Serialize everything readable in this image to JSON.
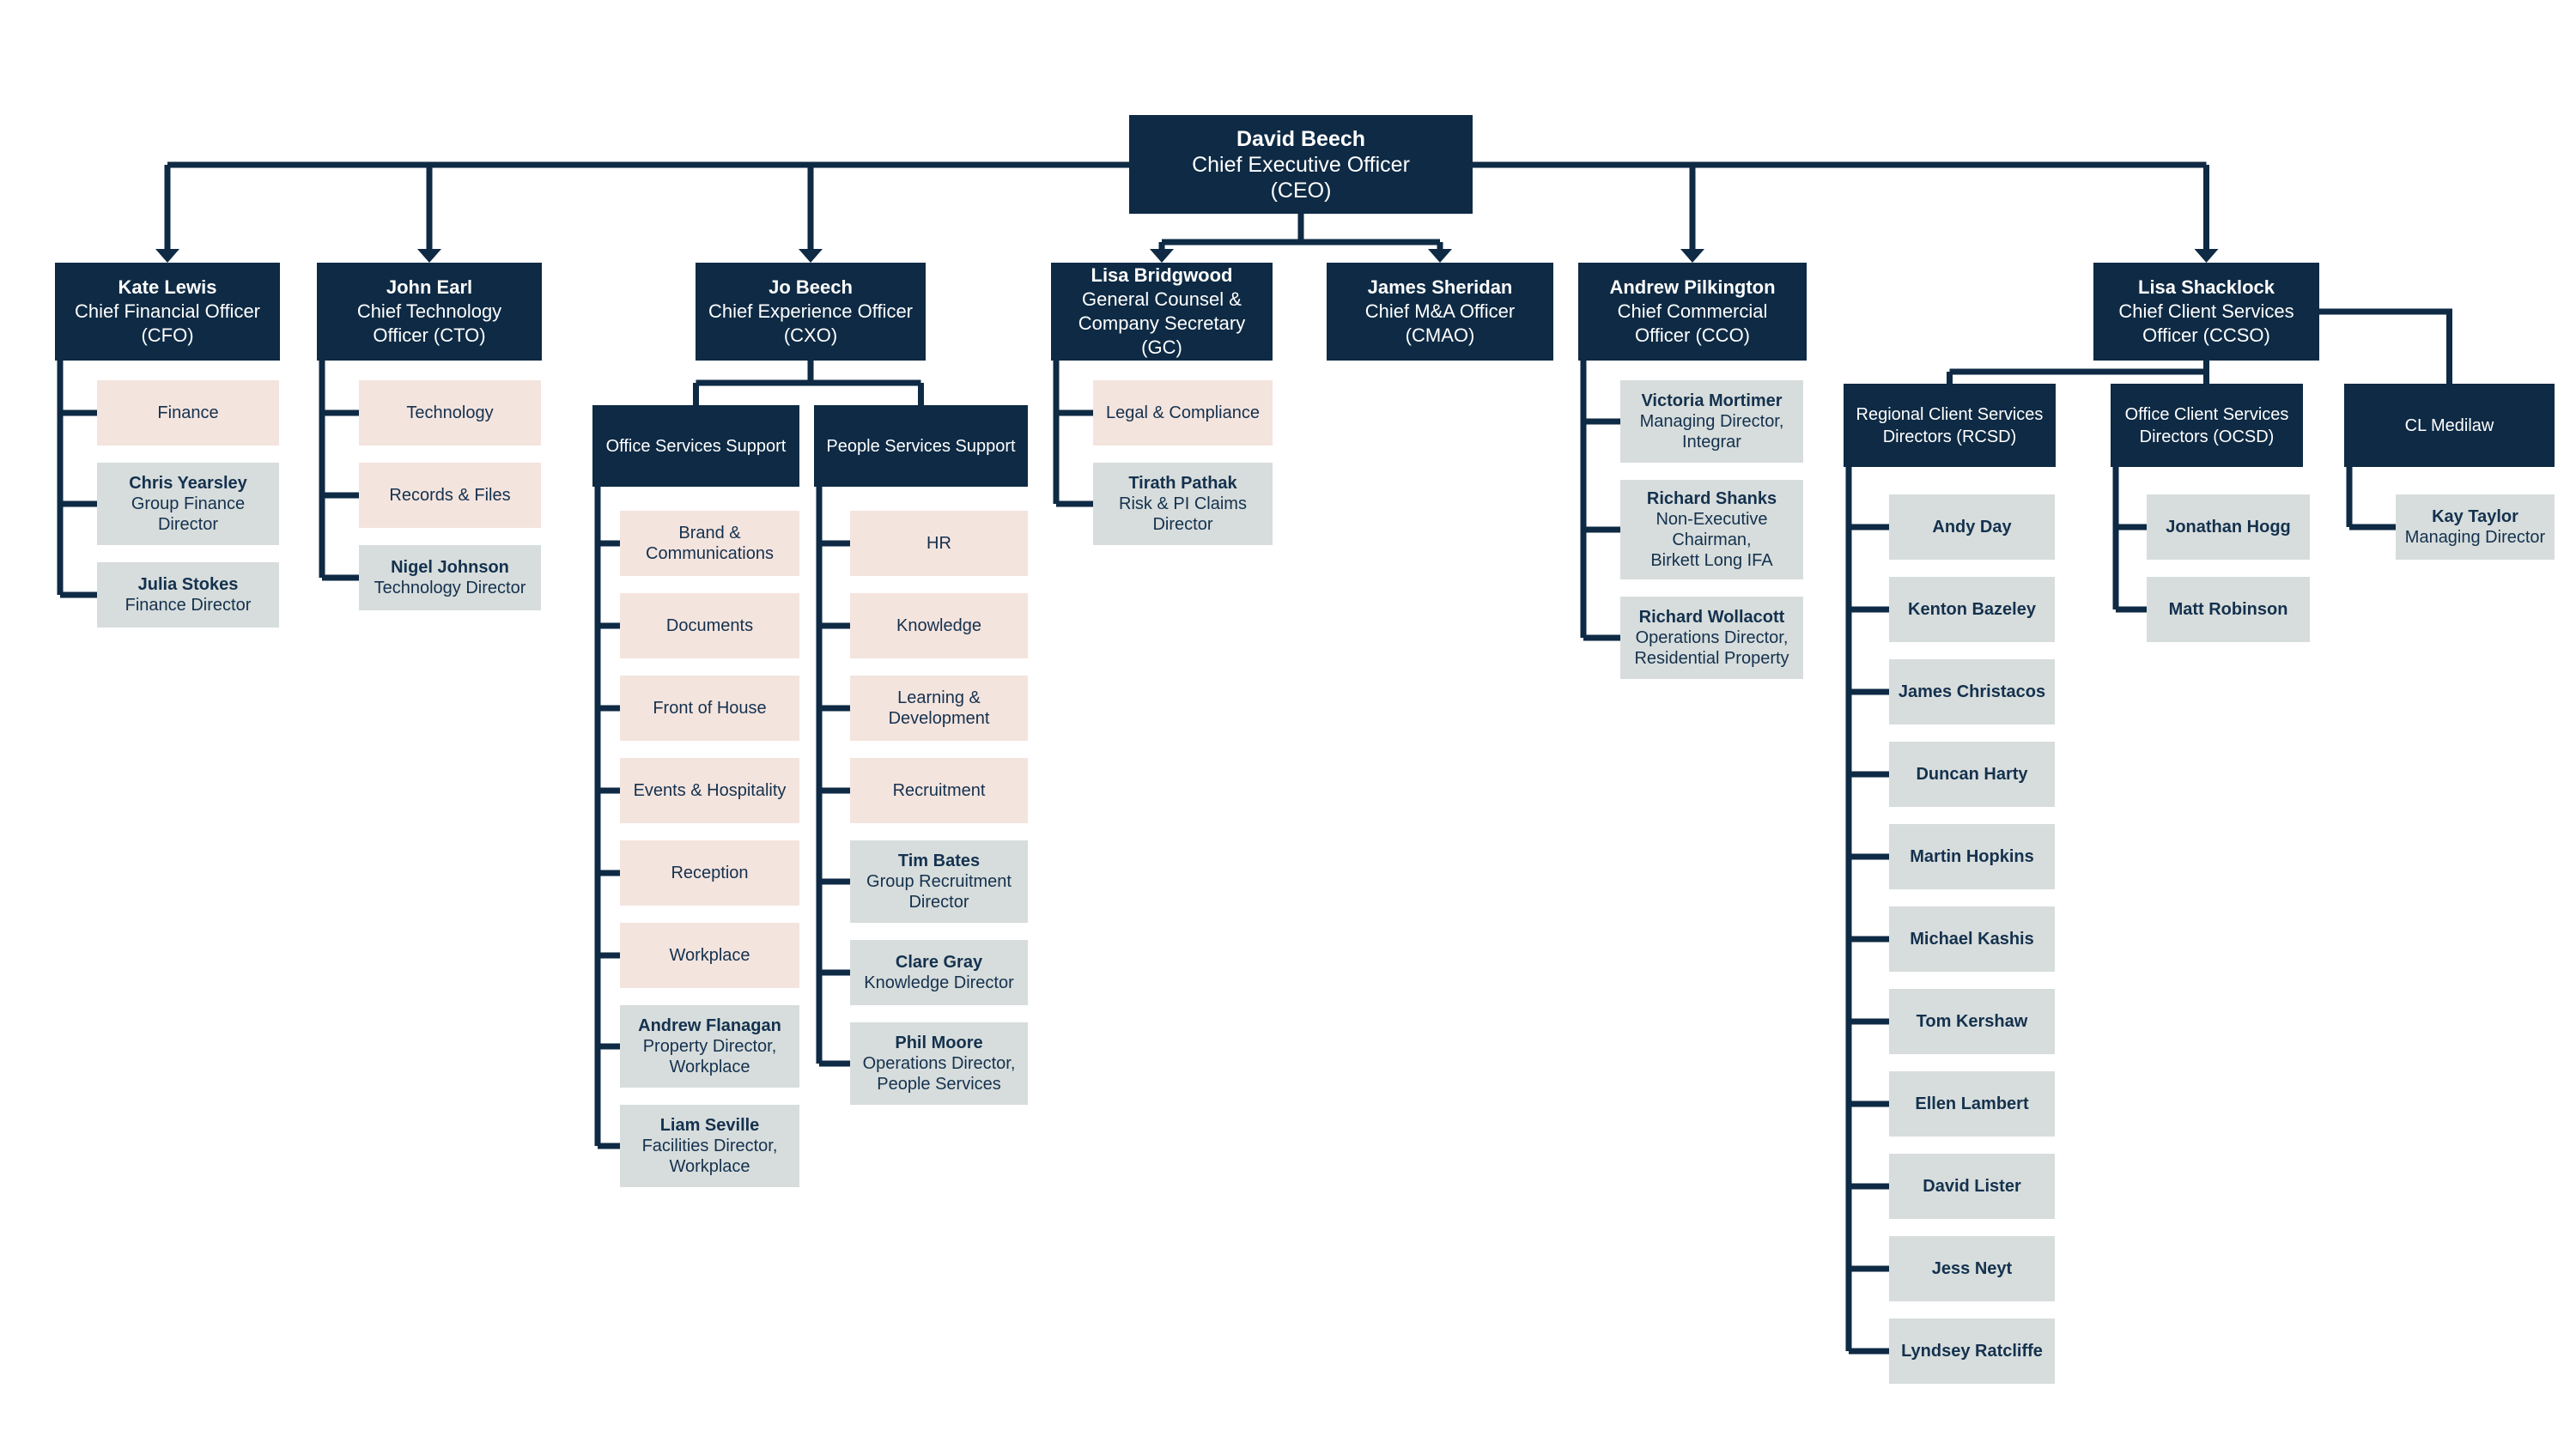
{
  "palette": {
    "navy": "#0e2a44",
    "pink": "#f4e4de",
    "gray": "#d7dddc",
    "line": "#0e2a44",
    "text_on_light": "#14314e",
    "text_on_dark": "#ffffff",
    "background": "#ffffff"
  },
  "org": {
    "ceo": {
      "id": "ceo",
      "style": "navy",
      "name": "David Beech",
      "title_lines": [
        "Chief Executive Officer",
        "(CEO)"
      ]
    },
    "executives": [
      {
        "id": "cfo",
        "style": "navy",
        "name": "Kate Lewis",
        "title_lines": [
          "Chief Financial Officer",
          "(CFO)"
        ],
        "reports": [
          {
            "style": "pink",
            "lines": [
              {
                "text": "Finance",
                "bold": false
              }
            ]
          },
          {
            "style": "gray",
            "lines": [
              {
                "text": "Chris Yearsley",
                "bold": true
              },
              {
                "text": "Group Finance",
                "bold": false
              },
              {
                "text": "Director",
                "bold": false
              }
            ]
          },
          {
            "style": "gray",
            "lines": [
              {
                "text": "Julia Stokes",
                "bold": true
              },
              {
                "text": "Finance Director",
                "bold": false
              }
            ]
          }
        ]
      },
      {
        "id": "cto",
        "style": "navy",
        "name": "John Earl",
        "title_lines": [
          "Chief Technology",
          "Officer (CTO)"
        ],
        "reports": [
          {
            "style": "pink",
            "lines": [
              {
                "text": "Technology",
                "bold": false
              }
            ]
          },
          {
            "style": "pink",
            "lines": [
              {
                "text": "Records & Files",
                "bold": false
              }
            ]
          },
          {
            "style": "gray",
            "lines": [
              {
                "text": "Nigel Johnson",
                "bold": true
              },
              {
                "text": "Technology Director",
                "bold": false
              }
            ]
          }
        ]
      },
      {
        "id": "cxo",
        "style": "navy",
        "name": "Jo Beech",
        "title_lines": [
          "Chief Experience Officer",
          "(CXO)"
        ],
        "groups": [
          {
            "id": "oss",
            "style": "navy",
            "label_lines": [
              "Office Services Support"
            ],
            "reports": [
              {
                "style": "pink",
                "lines": [
                  {
                    "text": "Brand &",
                    "bold": false
                  },
                  {
                    "text": "Communications",
                    "bold": false
                  }
                ]
              },
              {
                "style": "pink",
                "lines": [
                  {
                    "text": "Documents",
                    "bold": false
                  }
                ]
              },
              {
                "style": "pink",
                "lines": [
                  {
                    "text": "Front of House",
                    "bold": false
                  }
                ]
              },
              {
                "style": "pink",
                "lines": [
                  {
                    "text": "Events & Hospitality",
                    "bold": false
                  }
                ]
              },
              {
                "style": "pink",
                "lines": [
                  {
                    "text": "Reception",
                    "bold": false
                  }
                ]
              },
              {
                "style": "pink",
                "lines": [
                  {
                    "text": "Workplace",
                    "bold": false
                  }
                ]
              },
              {
                "style": "gray",
                "lines": [
                  {
                    "text": "Andrew Flanagan",
                    "bold": true
                  },
                  {
                    "text": "Property Director,",
                    "bold": false
                  },
                  {
                    "text": "Workplace",
                    "bold": false
                  }
                ]
              },
              {
                "style": "gray",
                "lines": [
                  {
                    "text": "Liam Seville",
                    "bold": true
                  },
                  {
                    "text": "Facilities Director,",
                    "bold": false
                  },
                  {
                    "text": "Workplace",
                    "bold": false
                  }
                ]
              }
            ]
          },
          {
            "id": "pss",
            "style": "navy",
            "label_lines": [
              "People Services Support"
            ],
            "reports": [
              {
                "style": "pink",
                "lines": [
                  {
                    "text": "HR",
                    "bold": false
                  }
                ]
              },
              {
                "style": "pink",
                "lines": [
                  {
                    "text": "Knowledge",
                    "bold": false
                  }
                ]
              },
              {
                "style": "pink",
                "lines": [
                  {
                    "text": "Learning &",
                    "bold": false
                  },
                  {
                    "text": "Development",
                    "bold": false
                  }
                ]
              },
              {
                "style": "pink",
                "lines": [
                  {
                    "text": "Recruitment",
                    "bold": false
                  }
                ]
              },
              {
                "style": "gray",
                "lines": [
                  {
                    "text": "Tim Bates",
                    "bold": true
                  },
                  {
                    "text": "Group Recruitment",
                    "bold": false
                  },
                  {
                    "text": "Director",
                    "bold": false
                  }
                ]
              },
              {
                "style": "gray",
                "lines": [
                  {
                    "text": "Clare Gray",
                    "bold": true
                  },
                  {
                    "text": "Knowledge Director",
                    "bold": false
                  }
                ]
              },
              {
                "style": "gray",
                "lines": [
                  {
                    "text": "Phil Moore",
                    "bold": true
                  },
                  {
                    "text": "Operations Director,",
                    "bold": false
                  },
                  {
                    "text": "People Services",
                    "bold": false
                  }
                ]
              }
            ]
          }
        ]
      },
      {
        "id": "gc",
        "style": "navy",
        "name": "Lisa Bridgwood",
        "title_lines": [
          "General Counsel &",
          "Company Secretary",
          "(GC)"
        ],
        "reports": [
          {
            "style": "pink",
            "lines": [
              {
                "text": "Legal & Compliance",
                "bold": false
              }
            ]
          },
          {
            "style": "gray",
            "lines": [
              {
                "text": "Tirath Pathak",
                "bold": true
              },
              {
                "text": "Risk & PI Claims",
                "bold": false
              },
              {
                "text": "Director",
                "bold": false
              }
            ]
          }
        ]
      },
      {
        "id": "cmao",
        "style": "navy",
        "name": "James Sheridan",
        "title_lines": [
          "Chief M&A Officer",
          "(CMAO)"
        ],
        "reports": []
      },
      {
        "id": "cco",
        "style": "navy",
        "name": "Andrew Pilkington",
        "title_lines": [
          "Chief Commercial",
          "Officer (CCO)"
        ],
        "reports": [
          {
            "style": "gray",
            "lines": [
              {
                "text": "Victoria Mortimer",
                "bold": true
              },
              {
                "text": "Managing Director,",
                "bold": false
              },
              {
                "text": "Integrar",
                "bold": false
              }
            ]
          },
          {
            "style": "gray",
            "lines": [
              {
                "text": "Richard Shanks",
                "bold": true
              },
              {
                "text": "Non-Executive",
                "bold": false
              },
              {
                "text": "Chairman,",
                "bold": false
              },
              {
                "text": "Birkett Long IFA",
                "bold": false
              }
            ]
          },
          {
            "style": "gray",
            "lines": [
              {
                "text": "Richard Wollacott",
                "bold": true
              },
              {
                "text": "Operations Director,",
                "bold": false
              },
              {
                "text": "Residential Property",
                "bold": false
              }
            ]
          }
        ]
      },
      {
        "id": "ccso",
        "style": "navy",
        "name": "Lisa Shacklock",
        "title_lines": [
          "Chief Client Services",
          "Officer (CCSO)"
        ],
        "groups": [
          {
            "id": "rcsd",
            "style": "navy",
            "label_lines": [
              "Regional Client Services",
              "Directors (RCSD)"
            ],
            "reports": [
              {
                "style": "gray",
                "lines": [
                  {
                    "text": "Andy Day",
                    "bold": true
                  }
                ]
              },
              {
                "style": "gray",
                "lines": [
                  {
                    "text": "Kenton Bazeley",
                    "bold": true
                  }
                ]
              },
              {
                "style": "gray",
                "lines": [
                  {
                    "text": "James Christacos",
                    "bold": true
                  }
                ]
              },
              {
                "style": "gray",
                "lines": [
                  {
                    "text": "Duncan Harty",
                    "bold": true
                  }
                ]
              },
              {
                "style": "gray",
                "lines": [
                  {
                    "text": "Martin Hopkins",
                    "bold": true
                  }
                ]
              },
              {
                "style": "gray",
                "lines": [
                  {
                    "text": "Michael Kashis",
                    "bold": true
                  }
                ]
              },
              {
                "style": "gray",
                "lines": [
                  {
                    "text": "Tom Kershaw",
                    "bold": true
                  }
                ]
              },
              {
                "style": "gray",
                "lines": [
                  {
                    "text": "Ellen Lambert",
                    "bold": true
                  }
                ]
              },
              {
                "style": "gray",
                "lines": [
                  {
                    "text": "David Lister",
                    "bold": true
                  }
                ]
              },
              {
                "style": "gray",
                "lines": [
                  {
                    "text": "Jess Neyt",
                    "bold": true
                  }
                ]
              },
              {
                "style": "gray",
                "lines": [
                  {
                    "text": "Lyndsey Ratcliffe",
                    "bold": true
                  }
                ]
              }
            ]
          },
          {
            "id": "ocsd",
            "style": "navy",
            "label_lines": [
              "Office Client Services",
              "Directors (OCSD)"
            ],
            "reports": [
              {
                "style": "gray",
                "lines": [
                  {
                    "text": "Jonathan Hogg",
                    "bold": true
                  }
                ]
              },
              {
                "style": "gray",
                "lines": [
                  {
                    "text": "Matt Robinson",
                    "bold": true
                  }
                ]
              }
            ]
          },
          {
            "id": "clm",
            "style": "navy",
            "label_lines": [
              "CL Medilaw"
            ],
            "reports": [
              {
                "style": "gray",
                "lines": [
                  {
                    "text": "Kay Taylor",
                    "bold": true
                  },
                  {
                    "text": "Managing Director",
                    "bold": false
                  }
                ]
              }
            ]
          }
        ]
      }
    ]
  }
}
